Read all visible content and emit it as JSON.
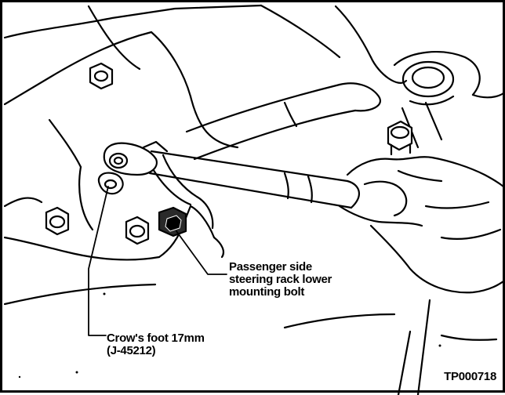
{
  "figure": {
    "callouts": {
      "bolt": [
        "Passenger side",
        "steering rack lower",
        "mounting bolt"
      ],
      "crows_foot": [
        "Crow's foot 17mm",
        "(J-45212)"
      ]
    },
    "figure_id": "TP000718"
  },
  "colors": {
    "ink": "#000000",
    "paper": "#ffffff",
    "shade": "#2a2a2a"
  }
}
